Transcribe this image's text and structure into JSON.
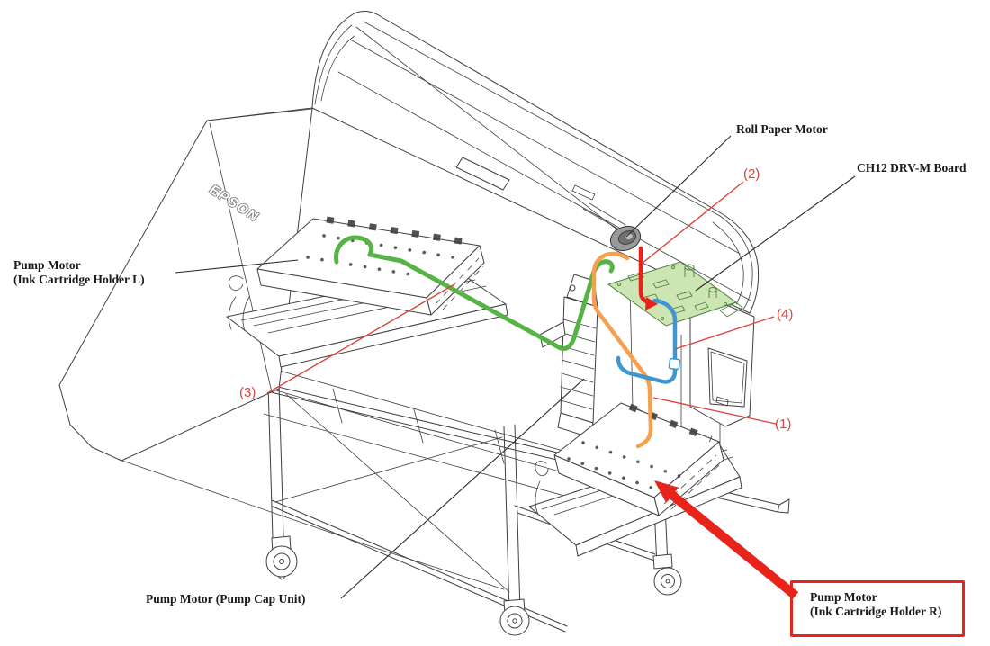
{
  "diagram": {
    "brand_text": "EPSON",
    "labels": {
      "pump_motor_holder_l_line1": "Pump Motor",
      "pump_motor_holder_l_line2": "(Ink Cartridge Holder L)",
      "roll_paper_motor": "Roll Paper Motor",
      "ch12_drv_m_board": "CH12 DRV-M Board",
      "pump_motor_pump_cap_unit": "Pump Motor (Pump Cap Unit)",
      "pump_motor_holder_r_line1": "Pump Motor",
      "pump_motor_holder_r_line2": "(Ink Cartridge Holder R)",
      "callout_1": "(1)",
      "callout_2": "(2)",
      "callout_3": "(3)",
      "callout_4": "(4)"
    },
    "colors": {
      "line_art": "#3f3f3f",
      "cable_green": "#57b345",
      "cable_orange": "#f5a04f",
      "cable_blue": "#3e97d0",
      "cable_red": "#e8231a",
      "callout_red": "#d9463c",
      "highlight_red": "#e8231a",
      "board_fill": "#cce5b3",
      "board_stroke": "#4f7f3f",
      "label_black": "#1a1a1a"
    }
  }
}
